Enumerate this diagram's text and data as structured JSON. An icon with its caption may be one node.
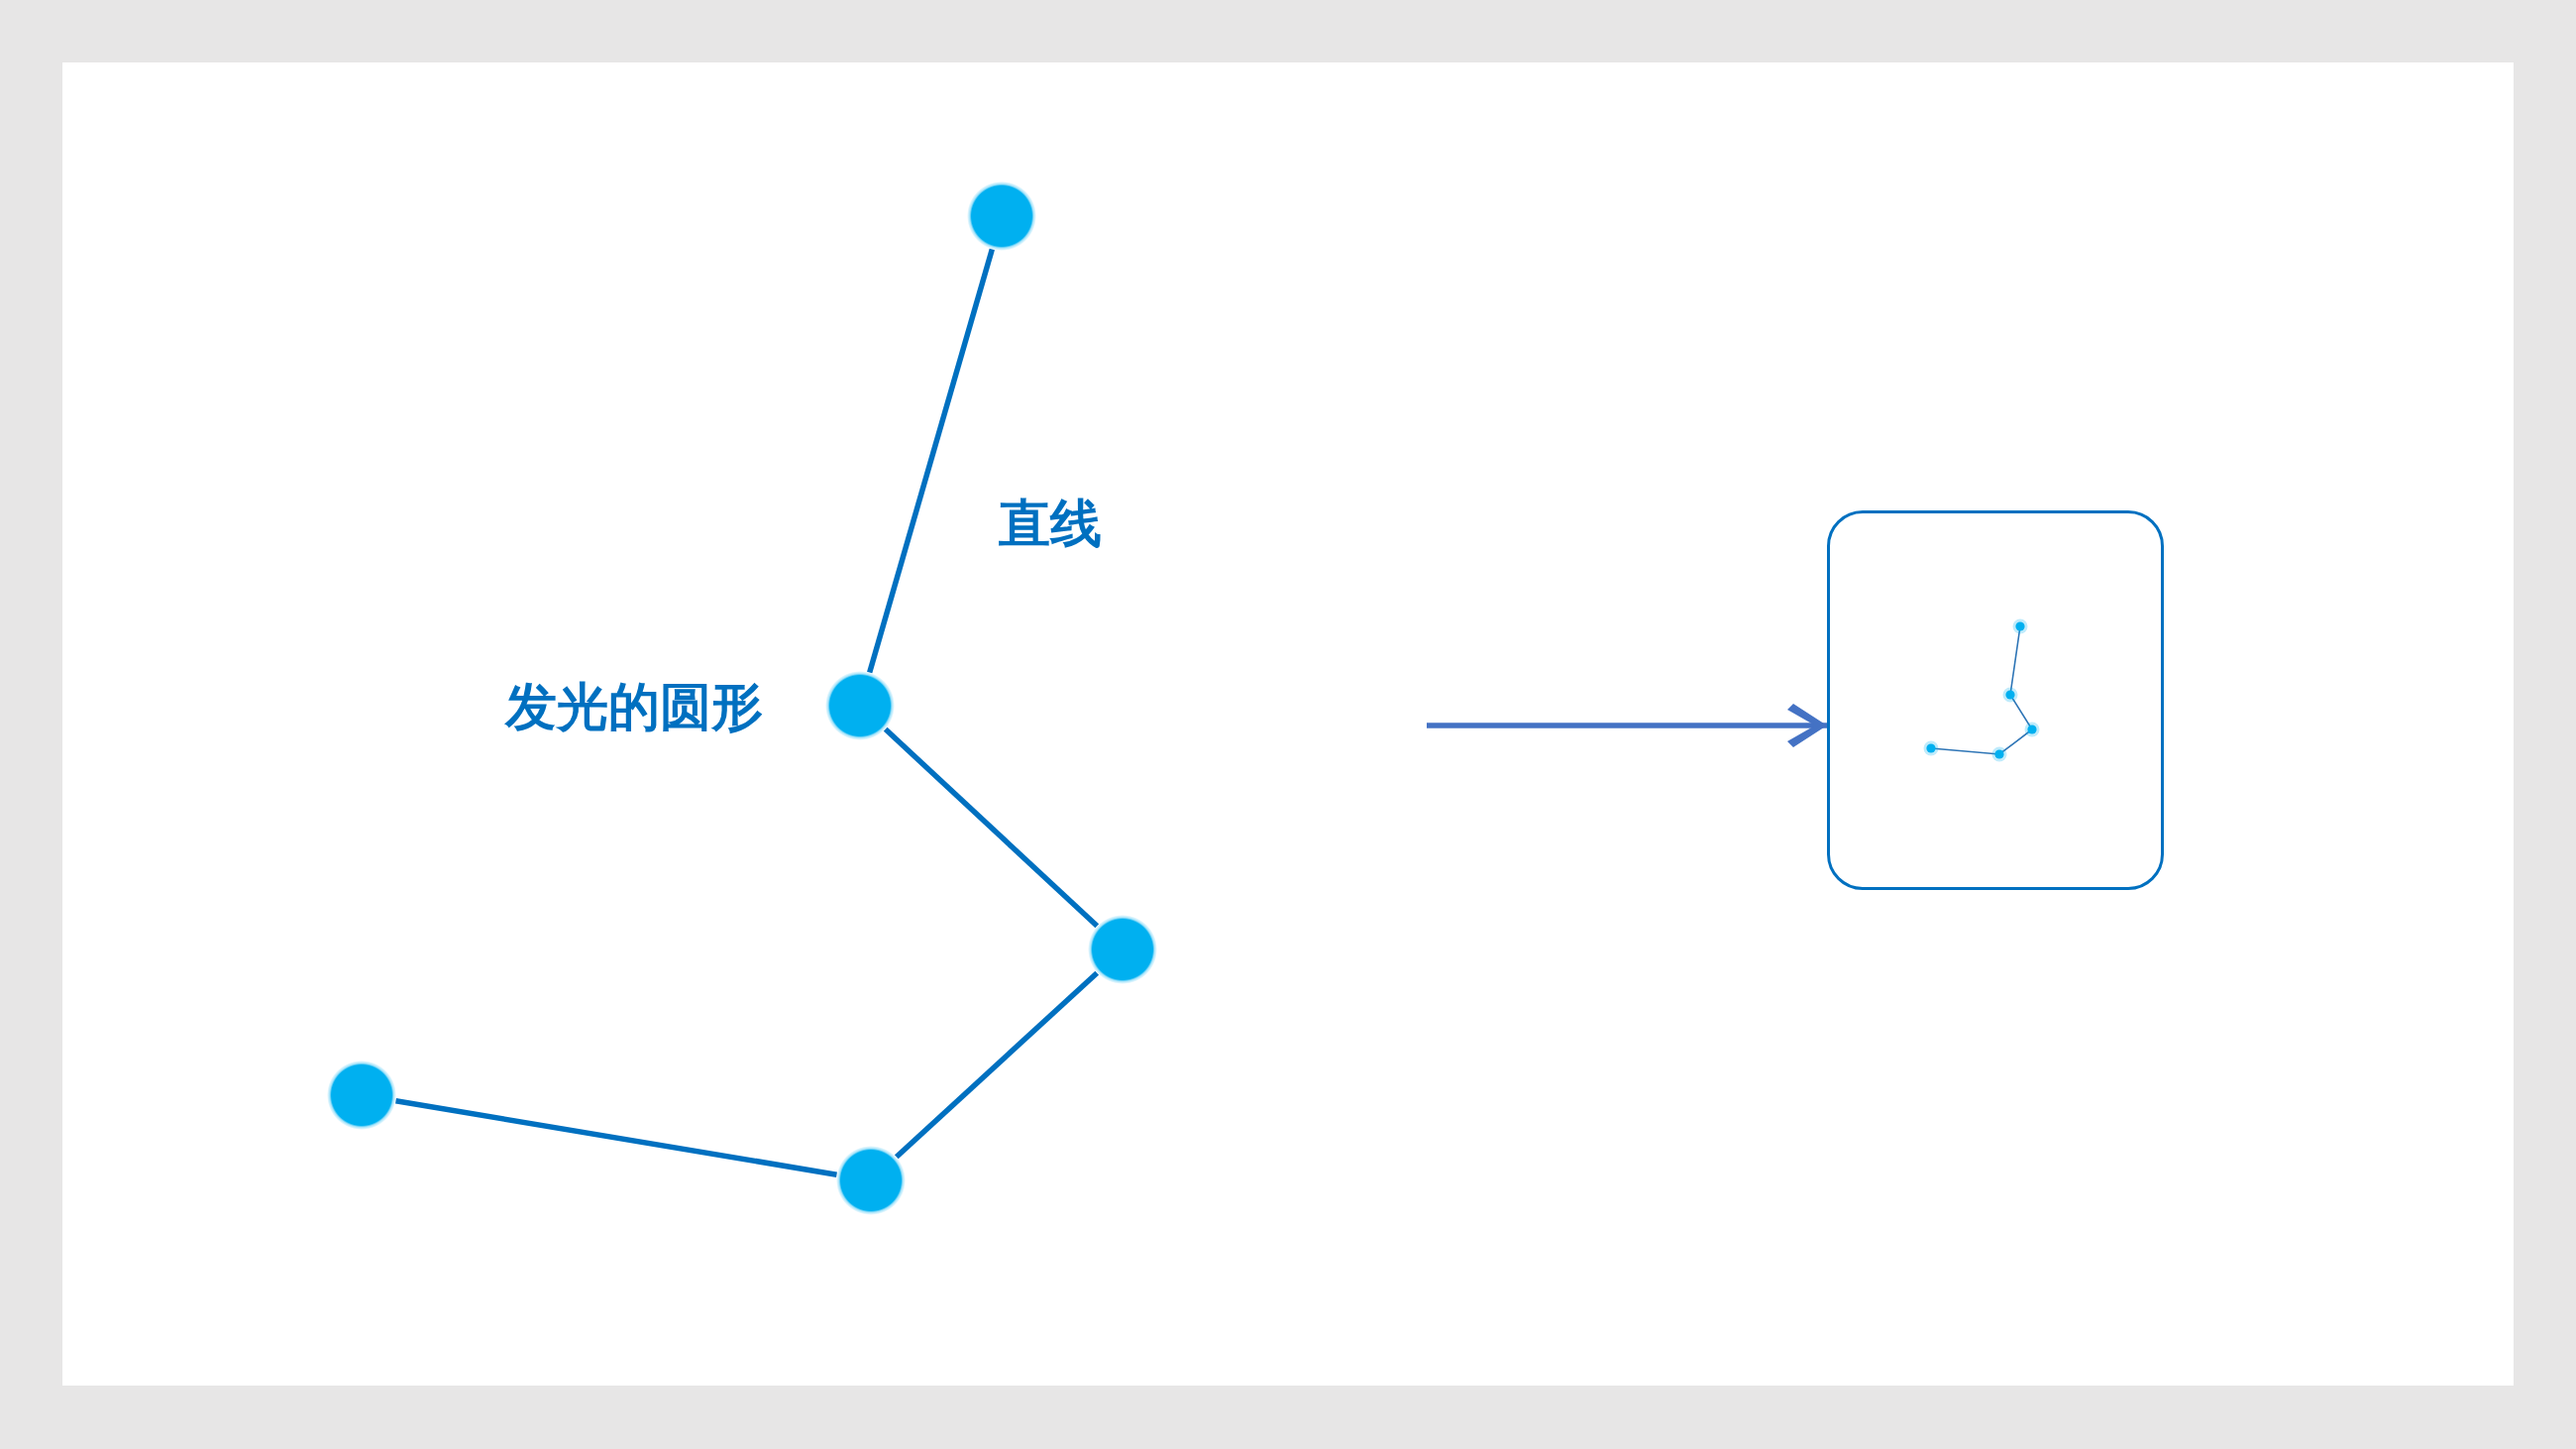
{
  "diagram": {
    "nodes": [
      {
        "text": [],
        "shape": "circle"
      },
      {
        "text": [],
        "shape": "circle"
      },
      {
        "text": [],
        "shape": "circle"
      },
      {
        "text": [],
        "shape": "circle"
      },
      {
        "text": [],
        "shape": "circle"
      },
      {
        "text": [],
        "shape": "box"
      }
    ],
    "edges": [
      {
        "from": 0,
        "to": 1,
        "arrow": "none"
      },
      {
        "from": 1,
        "to": 2,
        "arrow": "none"
      },
      {
        "from": 2,
        "to": 4,
        "arrow": "none"
      },
      {
        "from": 4,
        "to": 3,
        "arrow": "none"
      },
      {
        "from": null,
        "to": 5,
        "arrow": "to",
        "color": "#4472c4"
      }
    ],
    "labels": [
      "直线",
      "发光的圆形"
    ]
  }
}
